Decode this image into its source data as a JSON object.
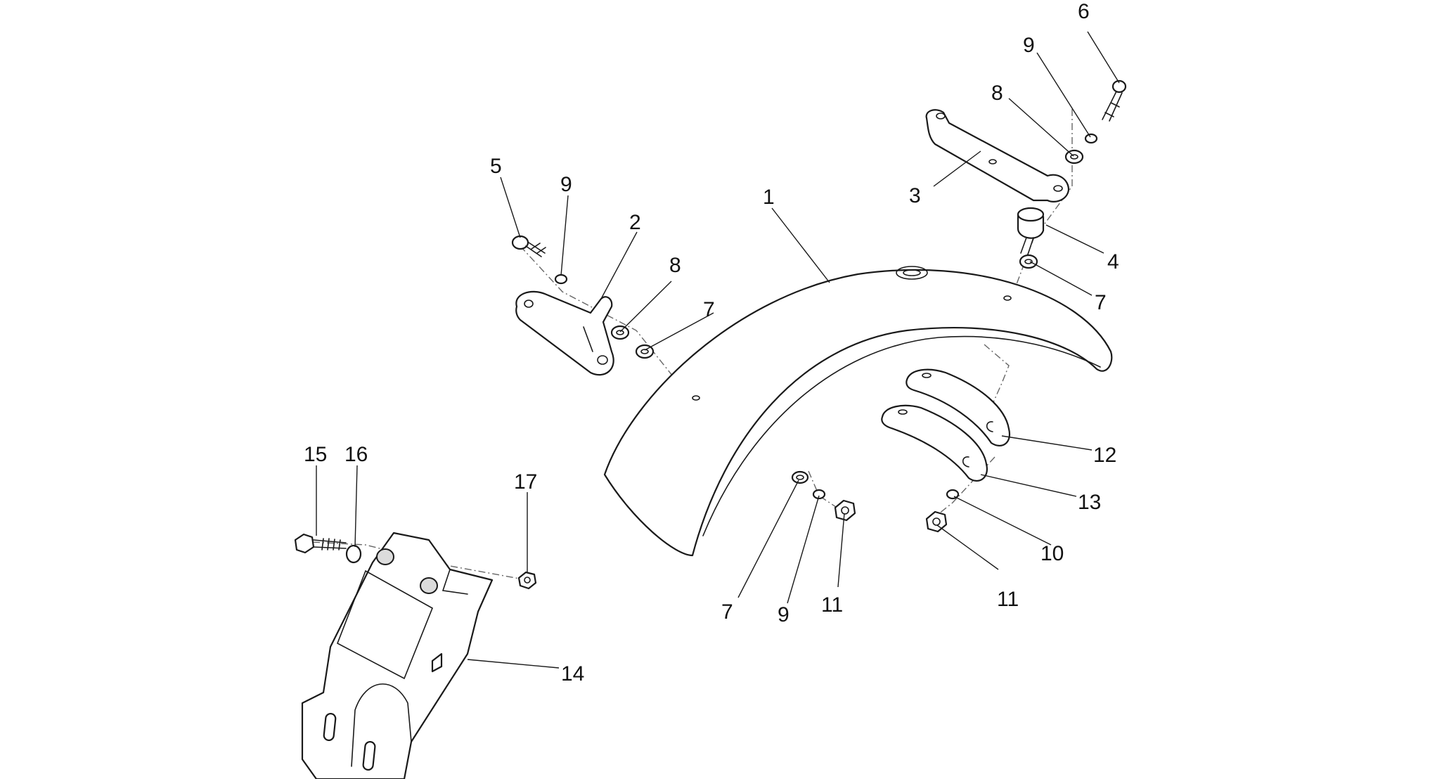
{
  "callouts": [
    {
      "id": "c1",
      "label": "1"
    },
    {
      "id": "c2",
      "label": "2"
    },
    {
      "id": "c3",
      "label": "3"
    },
    {
      "id": "c4",
      "label": "4"
    },
    {
      "id": "c5",
      "label": "5"
    },
    {
      "id": "c6",
      "label": "6"
    },
    {
      "id": "c7a",
      "label": "7"
    },
    {
      "id": "c7b",
      "label": "7"
    },
    {
      "id": "c7c",
      "label": "7"
    },
    {
      "id": "c8a",
      "label": "8"
    },
    {
      "id": "c8b",
      "label": "8"
    },
    {
      "id": "c9a",
      "label": "9"
    },
    {
      "id": "c9b",
      "label": "9"
    },
    {
      "id": "c9c",
      "label": "9"
    },
    {
      "id": "c10",
      "label": "10"
    },
    {
      "id": "c11a",
      "label": "11"
    },
    {
      "id": "c11b",
      "label": "11"
    },
    {
      "id": "c12",
      "label": "12"
    },
    {
      "id": "c13",
      "label": "13"
    },
    {
      "id": "c14",
      "label": "14"
    },
    {
      "id": "c15",
      "label": "15"
    },
    {
      "id": "c16",
      "label": "16"
    },
    {
      "id": "c17",
      "label": "17"
    }
  ]
}
